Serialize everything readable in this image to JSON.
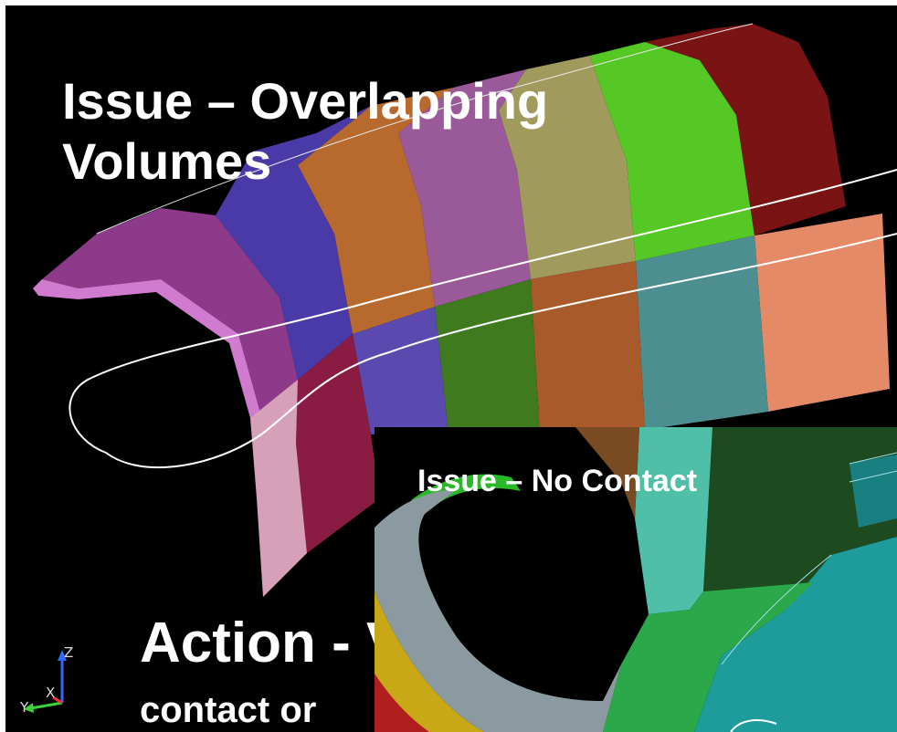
{
  "viewport": {
    "main_title": "Issue – Overlapping Volumes",
    "action_title": "Action - V",
    "action_subtitle": "contact or",
    "background": "#000000"
  },
  "inset": {
    "title": "Issue – No Contact"
  },
  "axis_triad": {
    "z_label": "Z",
    "x_label": "X",
    "y_label": "Y",
    "colors": {
      "z": "#2f6bff",
      "x": "#ff3030",
      "y": "#3ad33a"
    }
  },
  "colors": {
    "band_magenta": "#c95bc9",
    "band_purple": "#4a3aa8",
    "band_orange": "#b86a2e",
    "band_violet": "#9a5a9a",
    "band_olive": "#a09a5c",
    "band_green": "#55c825",
    "band_red": "#7a1414",
    "band_salmon": "#e58a66",
    "band_teal": "#4d8e90",
    "inset_teal": "#1e9c9c",
    "inset_green": "#2aa84a"
  }
}
